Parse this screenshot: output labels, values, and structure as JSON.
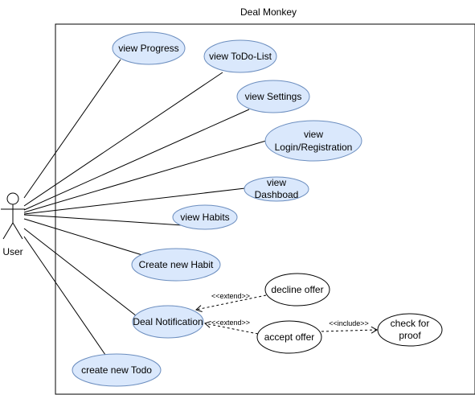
{
  "diagram": {
    "system_title": "Deal Monkey",
    "actor": {
      "label": "User"
    },
    "colors": {
      "usecase_fill": "#dae8fc",
      "usecase_stroke": "#6c8ebf",
      "plain_fill": "#ffffff",
      "line": "#000000"
    },
    "use_cases": {
      "view_progress": "view Progress",
      "view_todo_list": "view ToDo-List",
      "view_settings": "view Settings",
      "view_login_line1": "view",
      "view_login_line2": "Login/Registration",
      "view_dashboard_line1": "view",
      "view_dashboard_line2": "Dashboad",
      "view_habits": "view Habits",
      "create_new_habit": "Create new Habit",
      "deal_notification": "Deal Notification",
      "create_new_todo": "create new Todo",
      "decline_offer": "decline offer",
      "accept_offer": "accept offer",
      "check_proof_line1": "check for",
      "check_proof_line2": "proof"
    },
    "relations": {
      "extend_decline": "<<extend>>",
      "extend_accept": "<<extend>>",
      "include_check": "<<include>>"
    }
  }
}
